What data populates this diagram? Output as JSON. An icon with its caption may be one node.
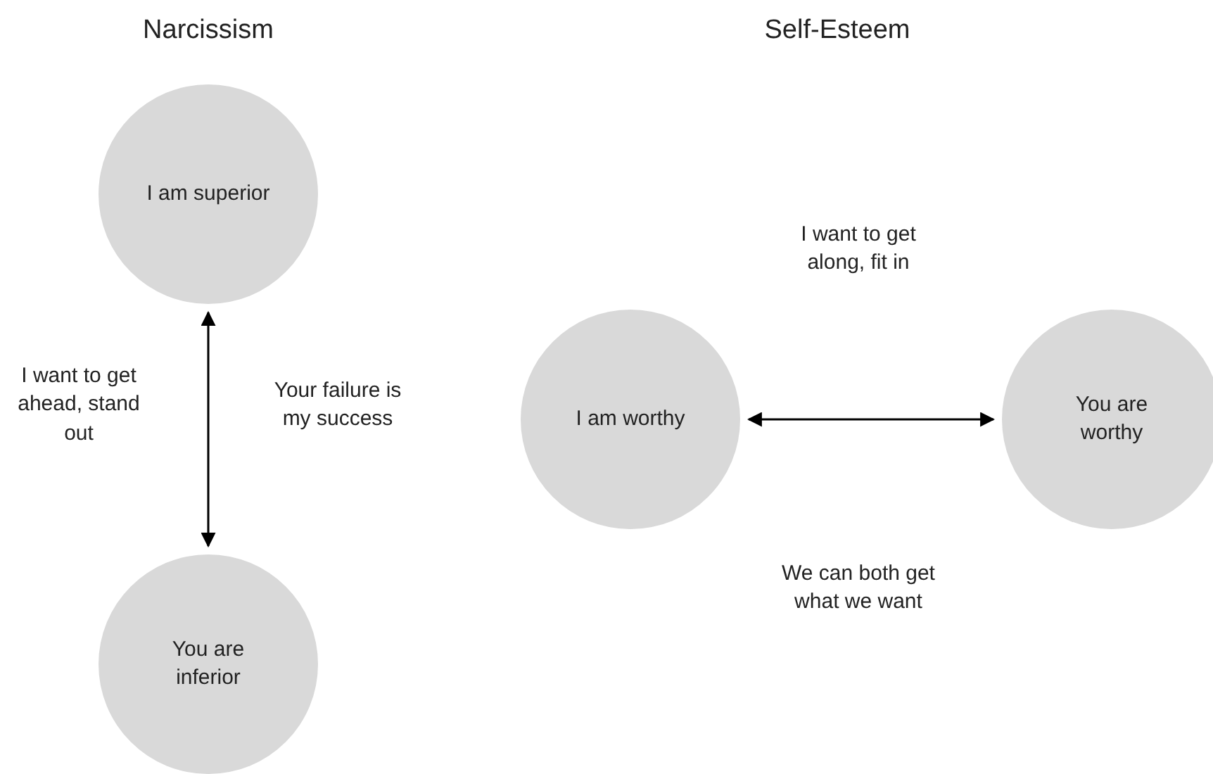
{
  "diagram": {
    "nodes": [
      {
        "text": [
          "I am superior"
        ]
      },
      {
        "text": [
          "You are inferior"
        ]
      },
      {
        "text": [
          "I am worthy"
        ]
      },
      {
        "text": [
          "You are worthy"
        ]
      }
    ],
    "edges": [
      {
        "from": 0,
        "to": 1,
        "arrow": "both"
      },
      {
        "from": 2,
        "to": 3,
        "arrow": "both"
      }
    ],
    "labels": [
      "Narcissism",
      "Self-Esteem",
      "I want to get along, fit in",
      "I want to get ahead, stand out",
      "Your failure is my success",
      "We can both get what we want"
    ]
  }
}
